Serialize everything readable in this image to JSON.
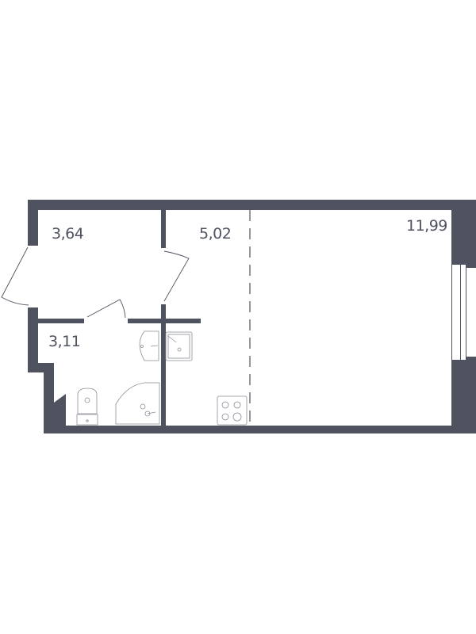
{
  "plan": {
    "wall_color": "#4f5360",
    "rooms": [
      {
        "id": "hall",
        "area": "3,64"
      },
      {
        "id": "kitchen",
        "area": "5,02"
      },
      {
        "id": "living",
        "area": "11,99"
      },
      {
        "id": "bathroom",
        "area": "3,11"
      }
    ]
  }
}
